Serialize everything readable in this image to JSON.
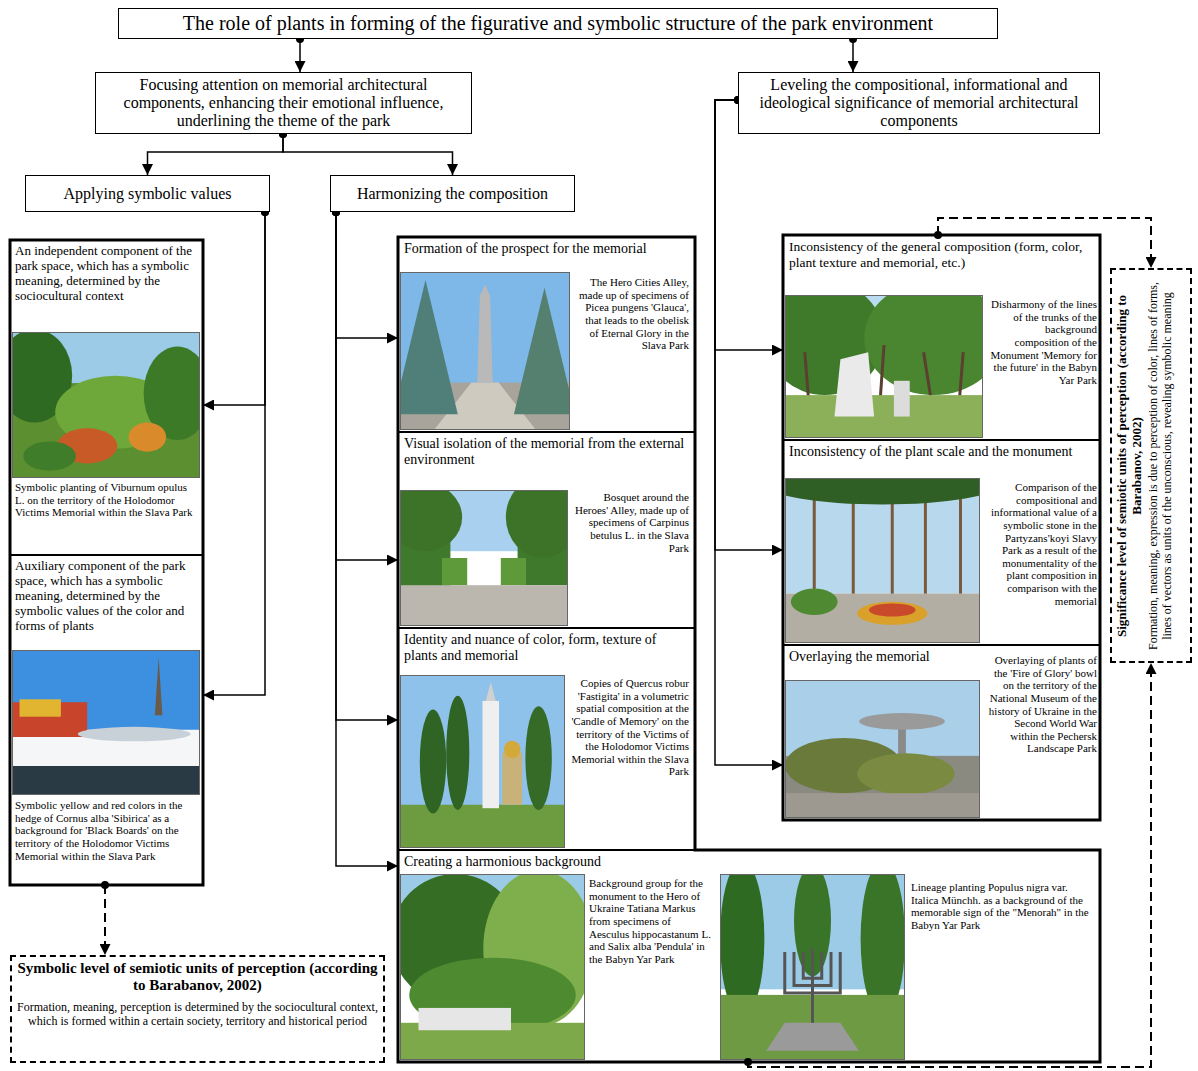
{
  "diagram": {
    "nodes": [
      {
        "text": [
          "The role of plants in forming of the figurative and symbolic structure of the park environment"
        ]
      },
      {
        "text": [
          "Focusing attention on memorial architectural components, enhancing their emotional influence, underlining the theme of the park"
        ]
      },
      {
        "text": [
          "Leveling the compositional, informational and ideological significance of memorial architectural components"
        ]
      },
      {
        "text": [
          "Applying symbolic values"
        ]
      },
      {
        "text": [
          "Harmonizing the composition"
        ]
      },
      {
        "text": [
          "An independent component of the park space, which has a symbolic meaning, determined by the sociocultural context",
          "Symbolic planting of Viburnum opulus L. on the territory of the Holodomor Victims Memorial within the Slava Park"
        ]
      },
      {
        "text": [
          "Auxiliary component of the park space, which has a symbolic meaning, determined by the symbolic values of the color and forms of plants",
          "Symbolic yellow and red colors in the hedge of Cornus alba 'Sibirica' as a background for 'Black Boards' on the territory of the Holodomor Victims Memorial within the Slava Park"
        ]
      },
      {
        "text": [
          "Formation of the prospect for the memorial",
          "The Hero Cities Alley, made up of specimens of Picea pungens 'Glauca', that leads to the obelisk of Eternal Glory in the Slava Park"
        ]
      },
      {
        "text": [
          "Visual isolation of the memorial from the external environment",
          "Bosquet around the Heroes' Alley, made up of specimens of Carpinus betulus L. in the Slava Park"
        ]
      },
      {
        "text": [
          "Identity and nuance of color, form, texture of plants and memorial",
          "Copies of Quercus robur 'Fastigita' in a volumetric spatial composition at the 'Candle of Memory' on the territory of the Victims of the Holodomor Victims Memorial within the Slava Park"
        ]
      },
      {
        "text": [
          "Creating a harmonious background",
          "Background group for the monument to the Hero of Ukraine Tatiana Markus from specimens of Aesculus hippocastanum L. and Salix alba 'Pendula' in the Babyn Yar Park",
          "Lineage planting Populus nigra var. Italica Münchh. as a background of the memorable sign of the \"Menorah\" in the Babyn Yar Park"
        ]
      },
      {
        "text": [
          "Inconsistency of the general composition (form, color, plant texture and memorial, etc.)",
          "Disharmony of the lines of the trunks of the background composition of the Monument 'Memory for the future' in the Babyn Yar Park"
        ]
      },
      {
        "text": [
          "Inconsistency of the plant scale and the monument",
          "Comparison of the compositional and informational value of a symbolic stone in the Partyzans'koyi Slavy Park as a result of the monumentality of the plant composition in comparison with the memorial"
        ]
      },
      {
        "text": [
          "Overlaying the memorial",
          "Overlaying of plants of the 'Fire of Glory' bowl on the territory of the National Museum of the history of Ukraine in the Second World War within the Pechersk Landscape Park"
        ]
      },
      {
        "text": [
          "Symbolic level of semiotic units of perception (according to Barabanov, 2002)",
          "Formation, meaning, perception is determined by the sociocultural context, which is formed within a certain society, territory and historical period"
        ]
      },
      {
        "text": [
          "Significance level of semiotic units of perception (according to Barabanov, 2002)",
          "Formation, meaning, expression is due to perception of color, lines of forms, lines of vectors as units of the unconscious, revealing symbolic meaning"
        ]
      }
    ],
    "edges": [
      {
        "from": 0,
        "to": 1,
        "arrow": "to"
      },
      {
        "from": 0,
        "to": 2,
        "arrow": "to"
      },
      {
        "from": 1,
        "to": 3,
        "arrow": "to"
      },
      {
        "from": 1,
        "to": 4,
        "arrow": "to"
      },
      {
        "from": 3,
        "to": 5,
        "arrow": "to"
      },
      {
        "from": 3,
        "to": 6,
        "arrow": "to"
      },
      {
        "from": 4,
        "to": 7,
        "arrow": "to"
      },
      {
        "from": 4,
        "to": 8,
        "arrow": "to"
      },
      {
        "from": 4,
        "to": 9,
        "arrow": "to"
      },
      {
        "from": 4,
        "to": 10,
        "arrow": "to"
      },
      {
        "from": 2,
        "to": 11,
        "arrow": "to"
      },
      {
        "from": 2,
        "to": 12,
        "arrow": "to"
      },
      {
        "from": 2,
        "to": 13,
        "arrow": "to"
      },
      {
        "from": 6,
        "to": 14,
        "arrow": "to"
      },
      {
        "from": 11,
        "to": 15,
        "arrow": "to"
      },
      {
        "from": 10,
        "to": 15,
        "arrow": "to"
      }
    ]
  }
}
